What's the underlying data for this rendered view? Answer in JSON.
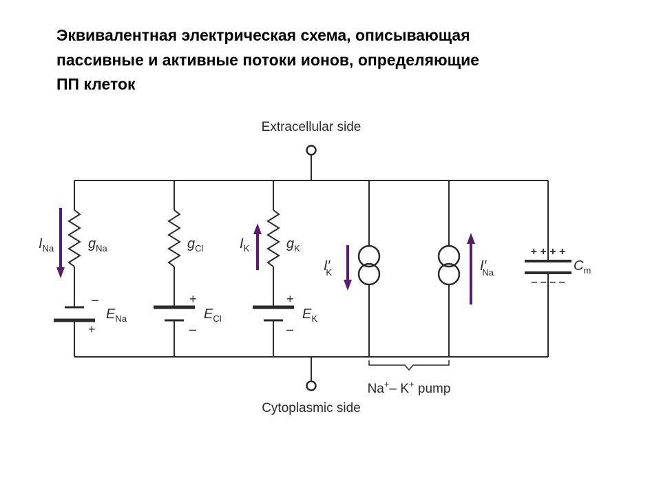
{
  "title": {
    "lines": [
      "Эквивалентная электрическая схема, описывающая",
      "пассивные и активные потоки ионов, определяющие",
      "ПП клеток"
    ]
  },
  "diagram": {
    "extracellular_label": "Extracellular side",
    "cytoplasmic_label": "Cytoplasmic side",
    "pump_label_parts": [
      "Na",
      "+",
      "– K",
      "+",
      " pump"
    ],
    "branches": {
      "na": {
        "current": "I",
        "current_sub": "Na",
        "conductance": "g",
        "conductance_sub": "Na",
        "emf": "E",
        "emf_sub": "Na",
        "top_sign": "–",
        "bottom_sign": "+"
      },
      "cl": {
        "conductance": "g",
        "conductance_sub": "Cl",
        "emf": "E",
        "emf_sub": "Cl",
        "top_sign": "+",
        "bottom_sign": "–"
      },
      "k": {
        "current": "I",
        "current_sub": "K",
        "conductance": "g",
        "conductance_sub": "K",
        "emf": "E",
        "emf_sub": "K",
        "top_sign": "+",
        "bottom_sign": "–"
      },
      "pump_k": {
        "current": "I′",
        "current_sub": "K"
      },
      "pump_na": {
        "current": "I′",
        "current_sub": "Na"
      },
      "cap": {
        "symbol": "C",
        "symbol_sub": "m",
        "top_signs": "+ + + +",
        "bottom_signs": "– – – –"
      }
    },
    "colors": {
      "wire": "#2a2a2a",
      "arrow": "#5a1d6e"
    }
  }
}
